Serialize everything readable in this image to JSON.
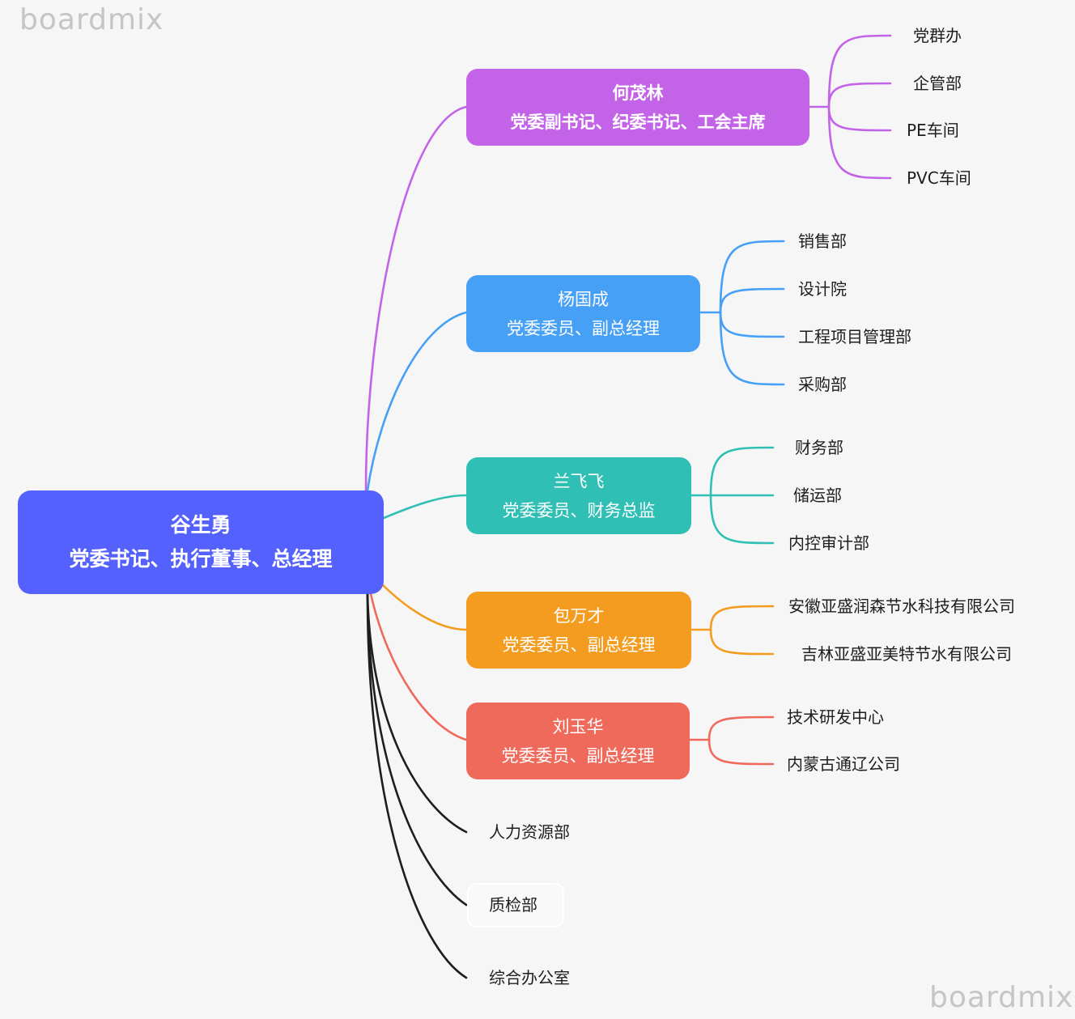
{
  "watermark": "boardmix",
  "root": {
    "name": "谷生勇",
    "title": "党委书记、执行董事、总经理"
  },
  "branches": [
    {
      "name": "何茂林",
      "title": "党委副书记、纪委书记、工会主席",
      "color": "#c364e8",
      "children": [
        "党群办",
        "企管部",
        "PE车间",
        "PVC车间"
      ]
    },
    {
      "name": "杨国成",
      "title": "党委委员、副总经理",
      "color": "#46a0f5",
      "children": [
        "销售部",
        "设计院",
        "工程项目管理部",
        "采购部"
      ]
    },
    {
      "name": "兰飞飞",
      "title": "党委委员、财务总监",
      "color": "#2fbfb4",
      "children": [
        "财务部",
        "储运部",
        "内控审计部"
      ]
    },
    {
      "name": "包万才",
      "title": "党委委员、副总经理",
      "color": "#f39c1f",
      "children": [
        "安徽亚盛润森节水科技有限公司",
        "吉林亚盛亚美特节水有限公司"
      ]
    },
    {
      "name": "刘玉华",
      "title": "党委委员、副总经理",
      "color": "#f06a5b",
      "children": [
        "技术研发中心",
        "内蒙古通辽公司"
      ]
    }
  ],
  "direct_departments": [
    "人力资源部",
    "质检部",
    "综合办公室"
  ],
  "direct_color": "#1e1e1e",
  "root_color": "#5561fd"
}
